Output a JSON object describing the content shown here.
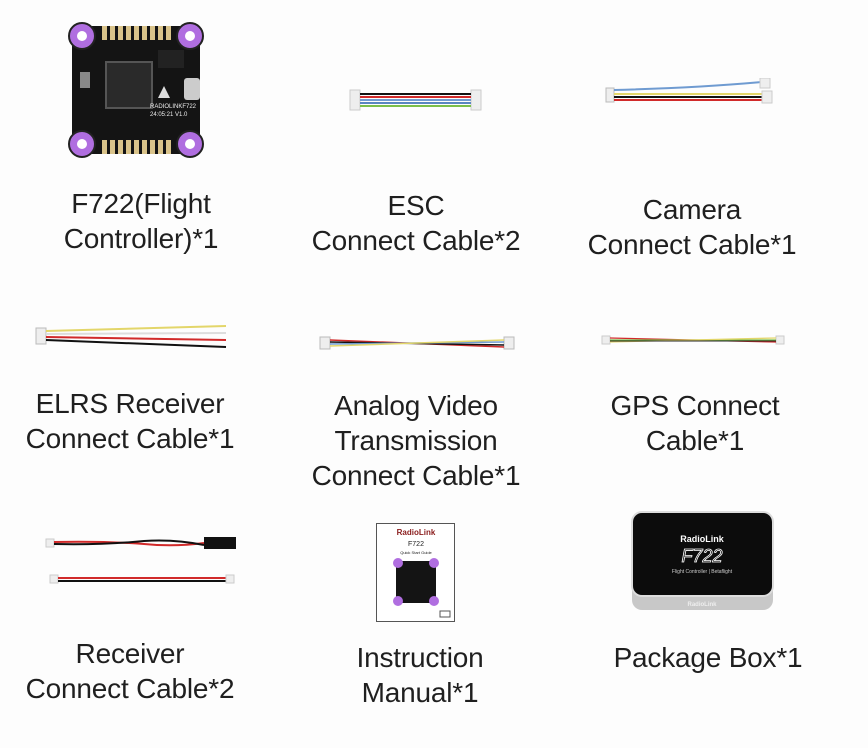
{
  "items": [
    {
      "label_lines": [
        "F722(Flight",
        "Controller)*1"
      ],
      "image": "flight-controller-board",
      "board_text": [
        "RADIOLINKF722",
        "24:05:21 V1.0"
      ]
    },
    {
      "label_lines": [
        "ESC",
        "Connect Cable*2"
      ],
      "image": "esc-cable"
    },
    {
      "label_lines": [
        "Camera",
        "Connect Cable*1"
      ],
      "image": "camera-cable"
    },
    {
      "label_lines": [
        "ELRS Receiver",
        "Connect Cable*1"
      ],
      "image": "elrs-receiver-cable"
    },
    {
      "label_lines": [
        "Analog Video",
        "Transmission",
        "Connect Cable*1"
      ],
      "image": "video-transmission-cable"
    },
    {
      "label_lines": [
        "GPS Connect",
        "Cable*1"
      ],
      "image": "gps-cable"
    },
    {
      "label_lines": [
        "Receiver",
        "Connect Cable*2"
      ],
      "image": "receiver-cables"
    },
    {
      "label_lines": [
        "Instruction",
        "Manual*1"
      ],
      "image": "instruction-manual",
      "manual_text": {
        "brand": "RadioLink",
        "model": "F722",
        "subtitle": "Quick Start Guide"
      }
    },
    {
      "label_lines": [
        "Package Box*1"
      ],
      "image": "package-box",
      "box_text": {
        "brand": "RadioLink",
        "model": "F722",
        "subtitle": "Flight Controller | Betaflight",
        "front_brand": "RadioLink"
      }
    }
  ],
  "colors": {
    "pad_purple": "#b06ee0",
    "pcb_black": "#141414",
    "wire_red": "#d12a2a",
    "wire_yellow": "#e3d66a",
    "wire_blue": "#6f9bd1",
    "wire_green": "#7bbf4a"
  }
}
